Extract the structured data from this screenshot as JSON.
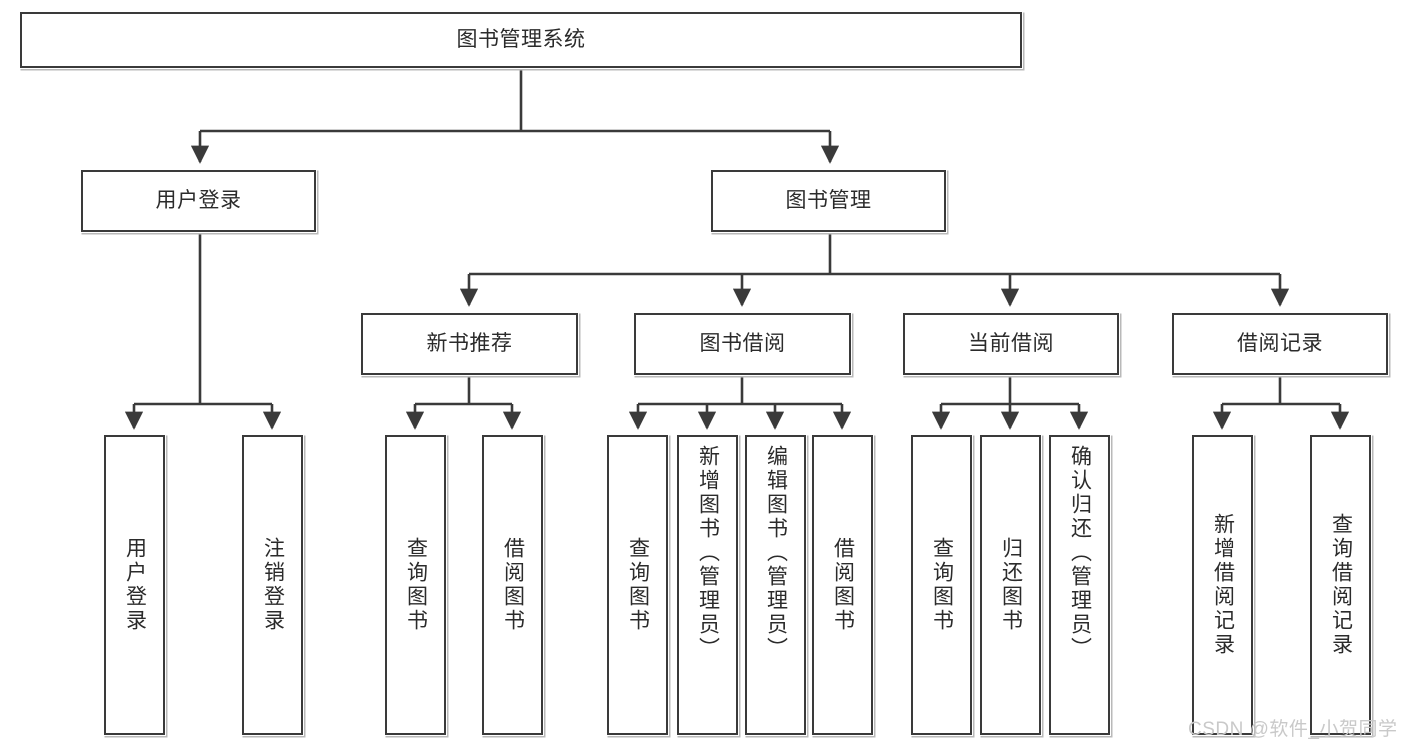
{
  "diagram": {
    "title": "图书管理系统",
    "background_color": "#ffffff",
    "box_border_color": "#3a3a3a",
    "text_color": "#2b2b2b",
    "watermark": "CSDN @软件_小贺同学",
    "watermark_color": "#c9c9c9",
    "nodes": {
      "root": {
        "label": "图书管理系统"
      },
      "level2": [
        {
          "id": "user-login",
          "label": "用户登录"
        },
        {
          "id": "book-manage",
          "label": "图书管理"
        }
      ],
      "level3": [
        {
          "id": "new-book-recommend",
          "label": "新书推荐"
        },
        {
          "id": "book-borrow",
          "label": "图书借阅"
        },
        {
          "id": "current-borrow",
          "label": "当前借阅"
        },
        {
          "id": "borrow-record",
          "label": "借阅记录"
        }
      ],
      "leaves": {
        "user_login": [
          {
            "id": "leaf-user-login",
            "label": "用户登录"
          },
          {
            "id": "leaf-user-logout",
            "label": "注销登录"
          }
        ],
        "new_book_recommend": [
          {
            "id": "leaf-query-book-1",
            "label": "查询图书"
          },
          {
            "id": "leaf-borrow-book-1",
            "label": "借阅图书"
          }
        ],
        "book_borrow": [
          {
            "id": "leaf-query-book-2",
            "label": "查询图书"
          },
          {
            "id": "leaf-add-book",
            "label": "新增图书（管理员）"
          },
          {
            "id": "leaf-edit-book",
            "label": "编辑图书（管理员）"
          },
          {
            "id": "leaf-borrow-book-2",
            "label": "借阅图书"
          }
        ],
        "current_borrow": [
          {
            "id": "leaf-query-book-3",
            "label": "查询图书"
          },
          {
            "id": "leaf-return-book",
            "label": "归还图书"
          },
          {
            "id": "leaf-confirm-return",
            "label": "确认归还（管理员）"
          }
        ],
        "borrow_record": [
          {
            "id": "leaf-add-record",
            "label": "新增借阅记录"
          },
          {
            "id": "leaf-query-record",
            "label": "查询借阅记录"
          }
        ]
      }
    }
  }
}
